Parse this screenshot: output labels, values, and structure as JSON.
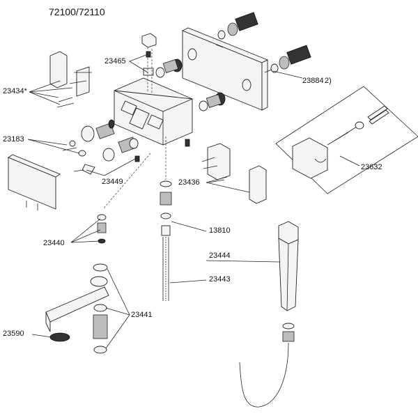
{
  "diagram": {
    "title": "72100/72110",
    "part_labels": {
      "p23465": "23465",
      "p23434": "23434*",
      "p23884": "23884",
      "p23884_suffix": "2)",
      "p23183": "23183",
      "p23632": "23632",
      "p23449": "23449",
      "p23436": "23436",
      "p13810": "13810",
      "p23440": "23440",
      "p23444": "23444",
      "p23443": "23443",
      "p23441": "23441",
      "p23590": "23590"
    }
  }
}
